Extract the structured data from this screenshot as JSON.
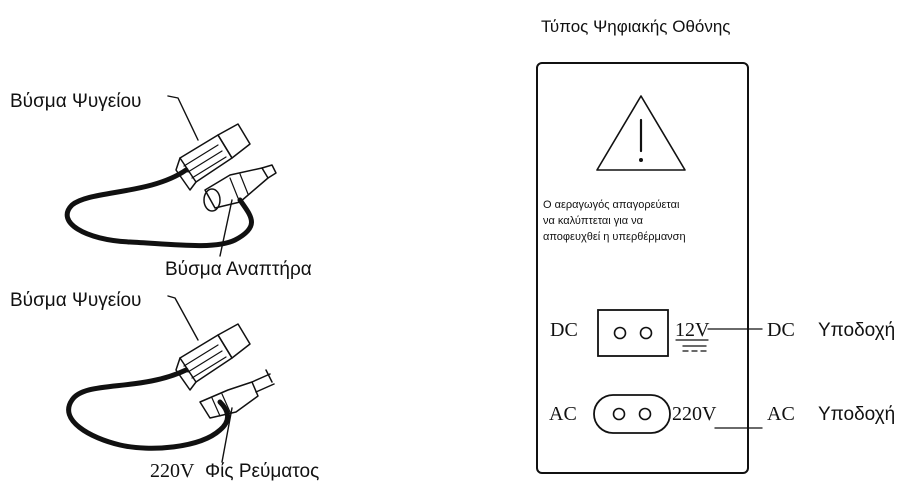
{
  "left": {
    "top_cable": {
      "fridge_plug_label": "Βύσμα Ψυγείου",
      "lighter_plug_label": "Βύσμα Αναπτήρα"
    },
    "bottom_cable": {
      "fridge_plug_label": "Βύσμα Ψυγείου",
      "voltage_label": "220V",
      "mains_plug_label": "Φίς Ρεύματος"
    }
  },
  "right": {
    "title": "Τύπος Ψηφιακής Οθόνης",
    "panel": {
      "warning_line_1": "Ο αεραγωγός απαγορεύεται",
      "warning_line_2": "να καλύπτεται για να",
      "warning_line_3": "αποφευχθεί η υπερθέρμανση",
      "dc_left_label": "DC",
      "dc_voltage": "12V",
      "ac_left_label": "AC",
      "ac_voltage": "220V"
    },
    "dc_socket_abbr": "DC",
    "dc_socket_word": "Υποδοχή",
    "ac_socket_abbr": "AC",
    "ac_socket_word": "Υποδοχή"
  }
}
